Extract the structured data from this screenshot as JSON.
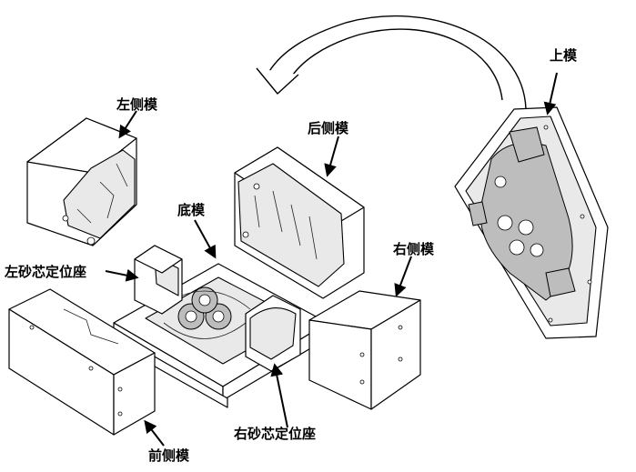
{
  "labels": {
    "upper_mold": "上模",
    "left_side_mold": "左侧模",
    "rear_side_mold": "后侧模",
    "bottom_mold": "底模",
    "right_side_mold": "右侧模",
    "left_core_seat": "左砂芯定位座",
    "front_side_mold": "前侧模",
    "right_core_seat": "右砂芯定位座"
  }
}
